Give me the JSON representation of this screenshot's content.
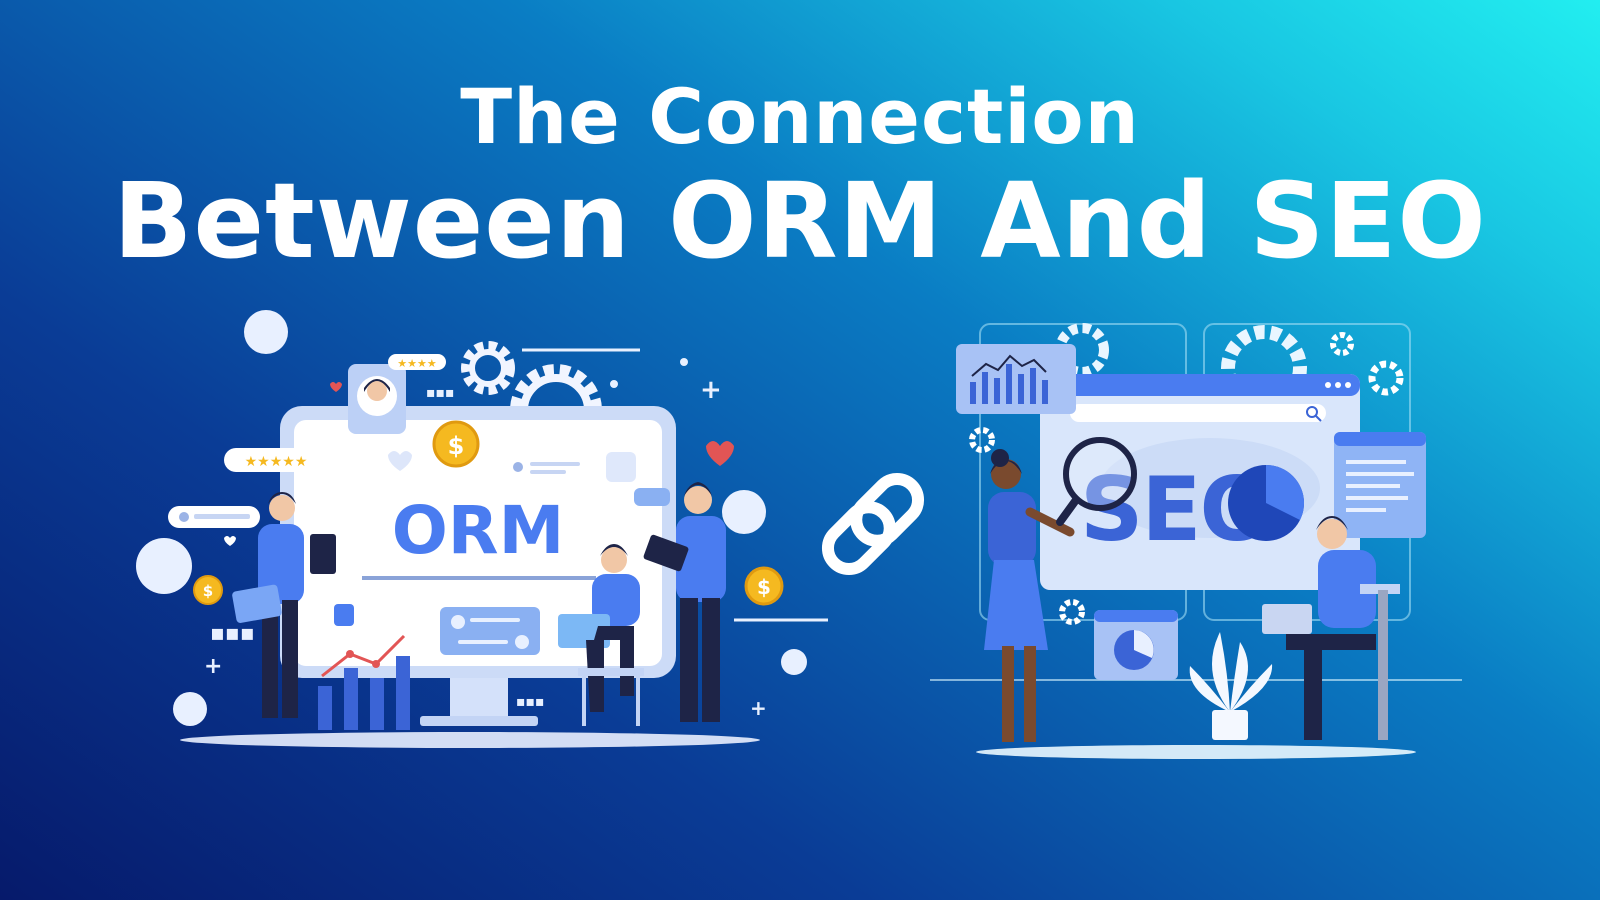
{
  "title": {
    "line1": "The Connection",
    "line2": "Between ORM And SEO"
  },
  "orm_panel": {
    "screen_label": "ORM",
    "rating_stars": "★★★★★",
    "rating_stars_small": "★★★★"
  },
  "seo_panel": {
    "board_label": "SEO"
  },
  "colors": {
    "background_start": "#061a6b",
    "background_end": "#22eef0",
    "accent_blue": "#4a7cf0",
    "coin_gold": "#f5b920",
    "heart_red": "#e25555"
  },
  "icons": [
    "link-chain-icon",
    "magnifier-icon",
    "gear-icon",
    "dollar-coin-icon",
    "heart-icon",
    "thumbs-up-icon",
    "search-icon",
    "pie-chart-icon"
  ]
}
